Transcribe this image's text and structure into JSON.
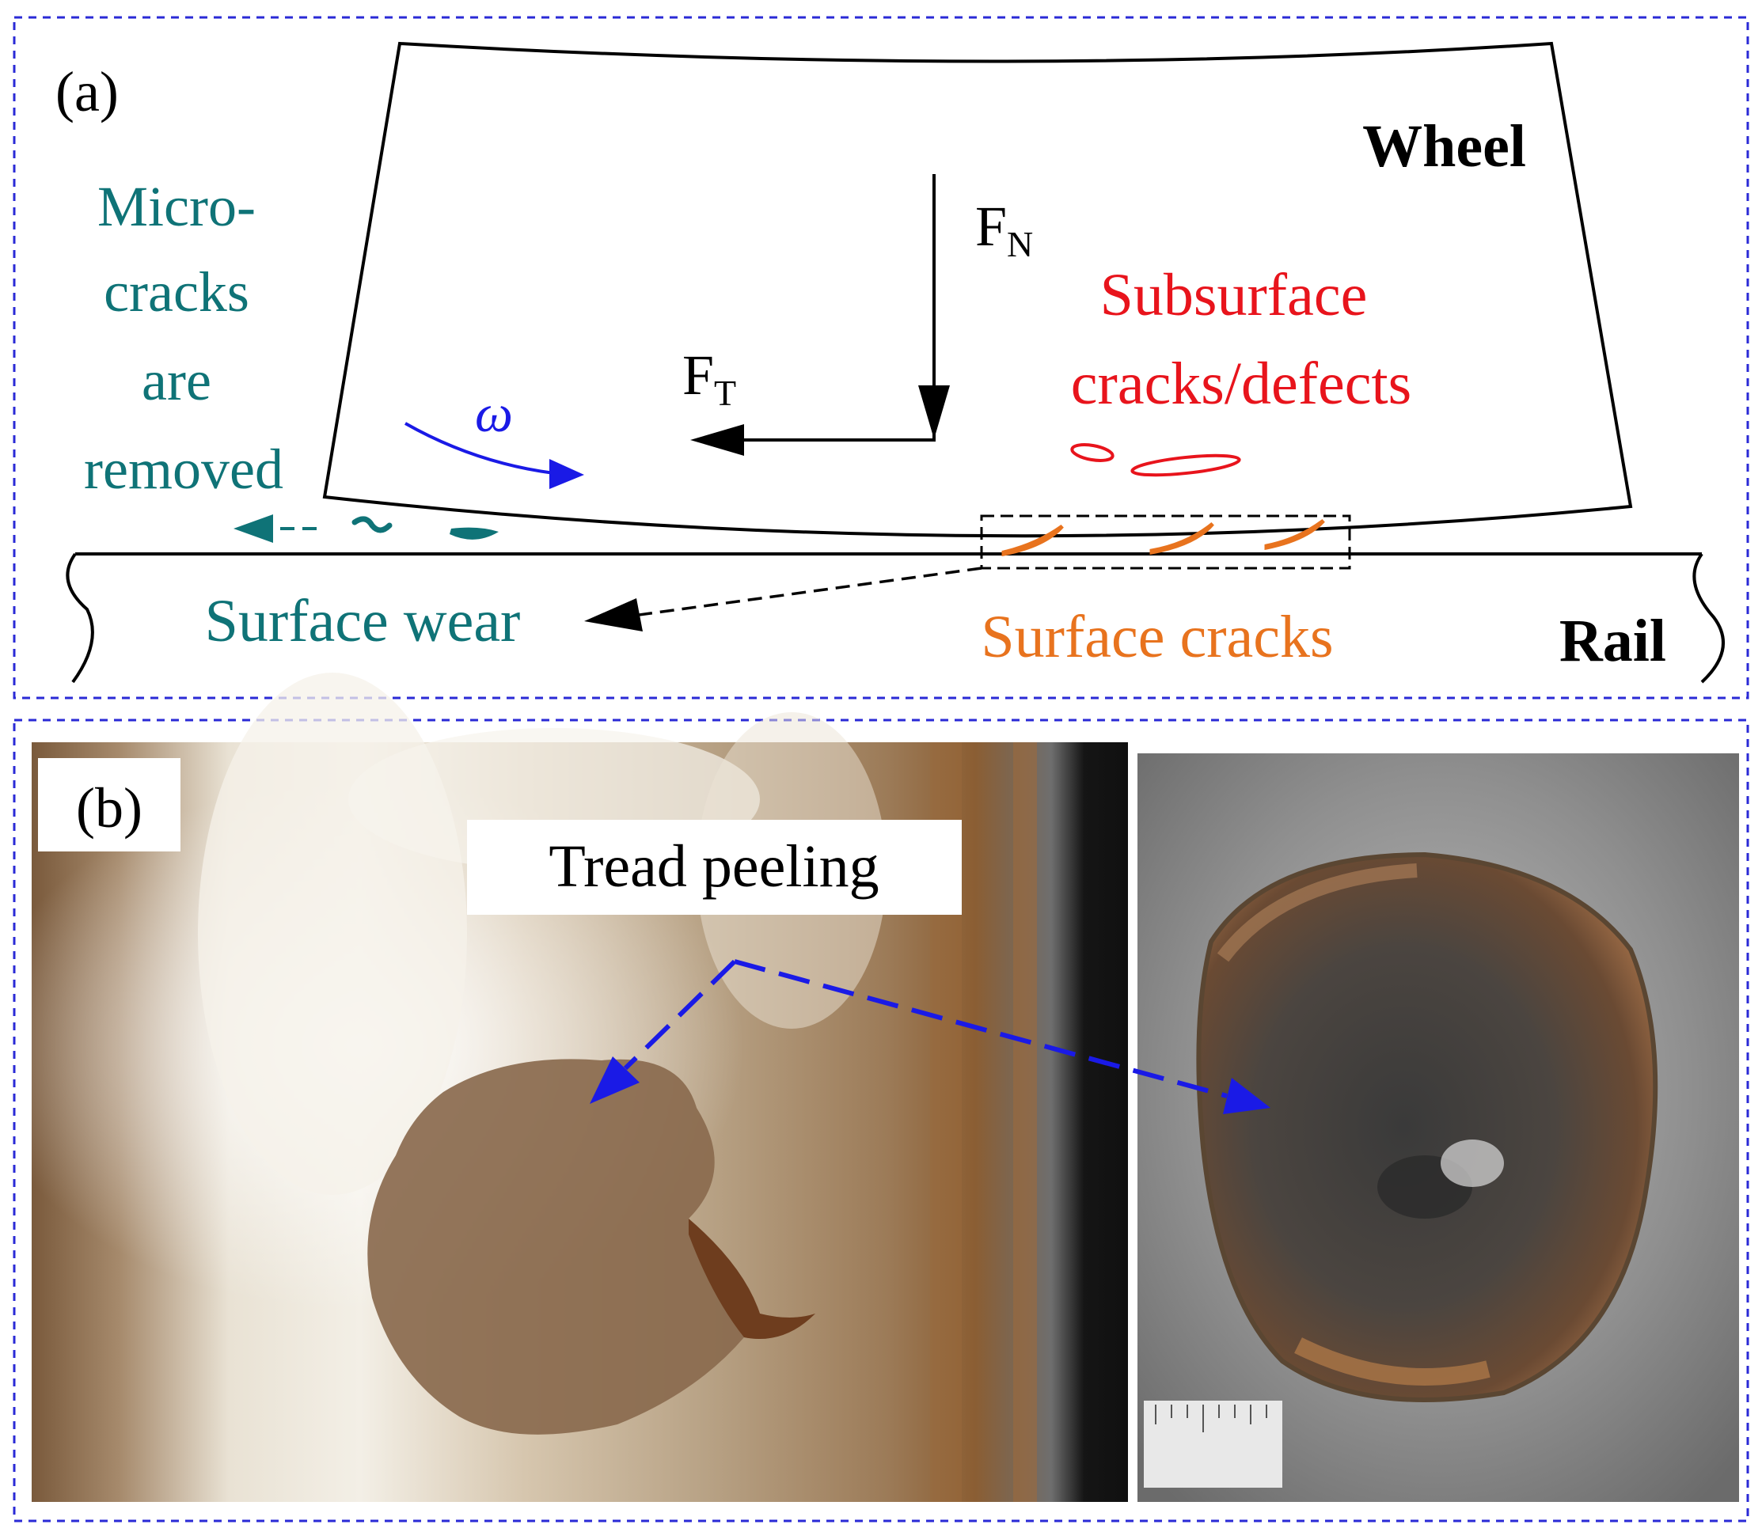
{
  "panel_a": {
    "label": "(a)",
    "wheel_label": "Wheel",
    "rail_label": "Rail",
    "force_normal": {
      "symbol": "F",
      "subscript": "N"
    },
    "force_tangential": {
      "symbol": "F",
      "subscript": "T"
    },
    "omega": "ω",
    "microcracks_lines": [
      "Micro-",
      "cracks",
      "are",
      "removed"
    ],
    "subsurface_lines": [
      "Subsurface",
      "cracks/defects"
    ],
    "surface_cracks": "Surface cracks",
    "surface_wear": "Surface wear"
  },
  "panel_b": {
    "label": "(b)",
    "tread_peeling": "Tread peeling"
  },
  "colors": {
    "frame_blue": "#2a2ad6",
    "arrow_blue": "#1a1ae6",
    "teal": "#0f7377",
    "red": "#e8141c",
    "orange": "#e8731e",
    "black": "#000000"
  }
}
